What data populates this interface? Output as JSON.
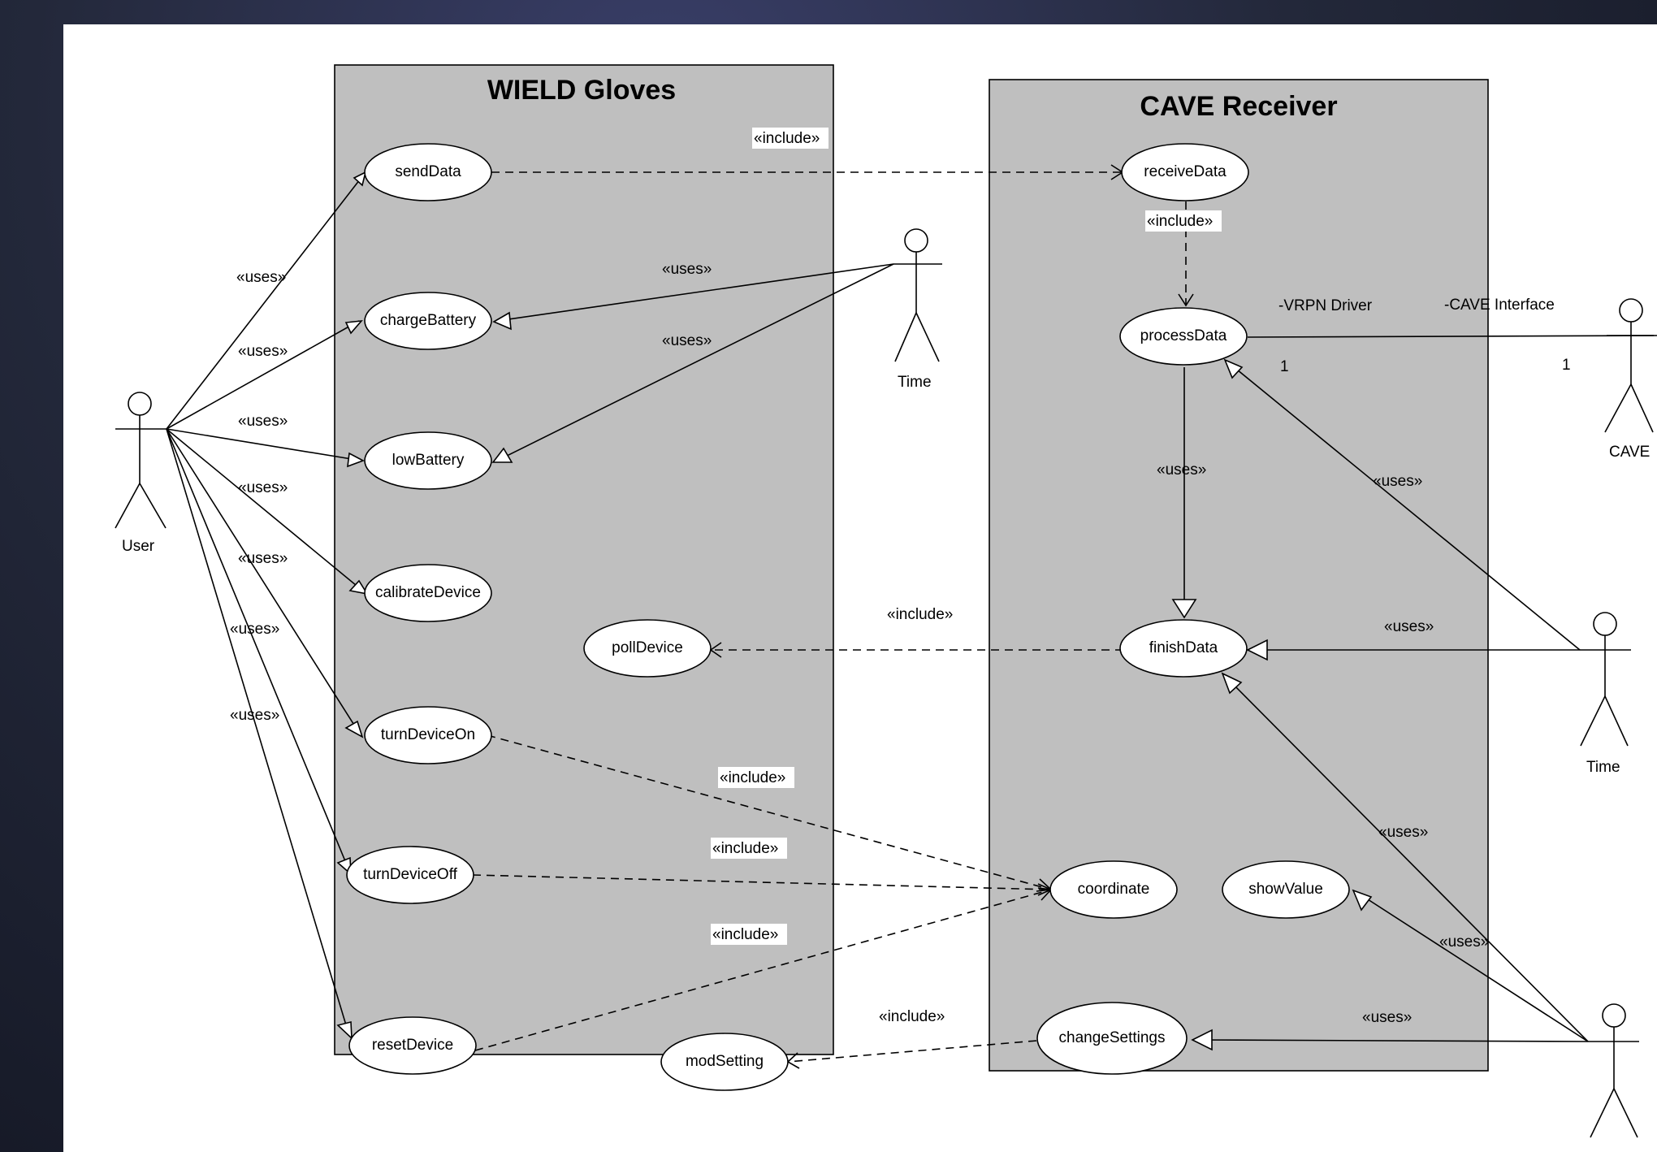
{
  "systems": {
    "gloves": {
      "title": "WIELD Gloves"
    },
    "cave": {
      "title": "CAVE Receiver"
    }
  },
  "actors": {
    "user": "User",
    "time_gloves": "Time",
    "cave": "CAVE",
    "time_cave": "Time"
  },
  "use_cases": {
    "sendData": "sendData",
    "chargeBattery": "chargeBattery",
    "lowBattery": "lowBattery",
    "calibrateDevice": "calibrateDevice",
    "turnDeviceOn": "turnDeviceOn",
    "turnDeviceOff": "turnDeviceOff",
    "resetDevice": "resetDevice",
    "pollDevice": "pollDevice",
    "modSetting": "modSetting",
    "receiveData": "receiveData",
    "processData": "processData",
    "finishData": "finishData",
    "coordinate": "coordinate",
    "showValue": "showValue",
    "changeSettings": "changeSettings"
  },
  "stereotypes": {
    "uses": "«uses»",
    "include": "«include»"
  },
  "association_labels": {
    "vrpn_driver": "-VRPN Driver",
    "cave_interface": "-CAVE Interface",
    "mult_left": "1",
    "mult_right": "1"
  }
}
